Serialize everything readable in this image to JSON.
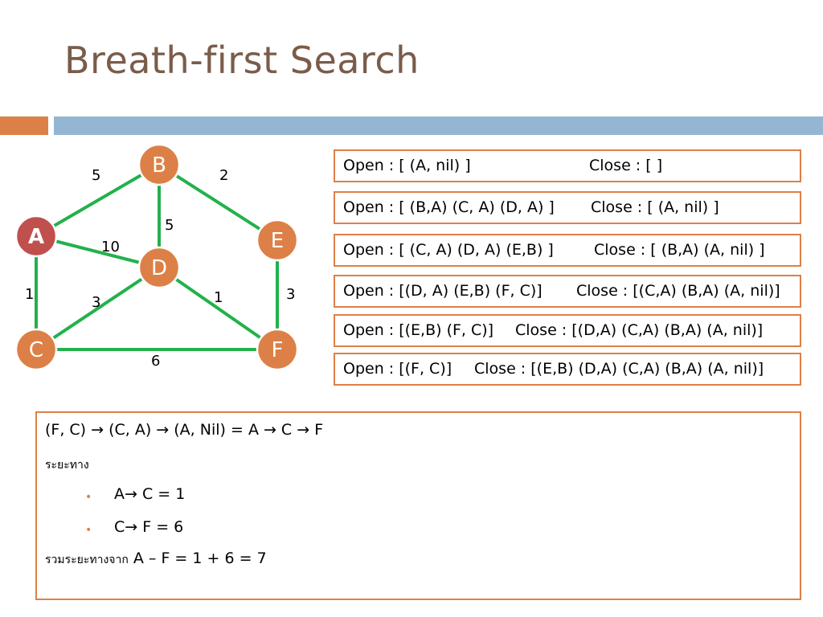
{
  "title": "Breath-first Search",
  "graph": {
    "nodes": [
      "A",
      "B",
      "C",
      "D",
      "E",
      "F"
    ],
    "edges": [
      {
        "from": "A",
        "to": "B",
        "weight": "5"
      },
      {
        "from": "B",
        "to": "E",
        "weight": "2"
      },
      {
        "from": "B",
        "to": "D",
        "weight": "5"
      },
      {
        "from": "A",
        "to": "D",
        "weight": "10"
      },
      {
        "from": "A",
        "to": "C",
        "weight": "1"
      },
      {
        "from": "C",
        "to": "D",
        "weight": "3"
      },
      {
        "from": "D",
        "to": "F",
        "weight": "1"
      },
      {
        "from": "E",
        "to": "F",
        "weight": "3"
      },
      {
        "from": "C",
        "to": "F",
        "weight": "6"
      }
    ],
    "colors": {
      "node": "#dd8047",
      "edge": "#22b14c",
      "highlight": "#c0504d"
    }
  },
  "steps": [
    {
      "open": "Open : [ (A, nil) ]",
      "close": "Close : [ ]"
    },
    {
      "open": "Open : [ (B,A) (C, A) (D, A) ]",
      "close": "Close : [ (A, nil) ]"
    },
    {
      "open": "Open : [ (C, A) (D, A) (E,B) ]",
      "close": "Close : [ (B,A) (A, nil) ]"
    },
    {
      "open": "Open : [(D, A) (E,B) (F, C)]",
      "close": "Close : [(C,A) (B,A) (A, nil)]"
    },
    {
      "open": "Open : [(E,B) (F, C)]",
      "close": "Close : [(D,A) (C,A) (B,A) (A, nil)]"
    },
    {
      "open": "Open : [(F, C)]",
      "close": "Close : [(E,B) (D,A) (C,A) (B,A) (A, nil)]"
    }
  ],
  "summary": {
    "path": "(F, C) → (C, A) → (A, Nil)  =   A → C → F",
    "distance_label": "ระยะทาง",
    "bullets": [
      "A→ C = 1",
      "C→ F = 6"
    ],
    "total_prefix": "รวมระยะทางจาก",
    "total": " A – F  = 1 + 6 = 7"
  }
}
